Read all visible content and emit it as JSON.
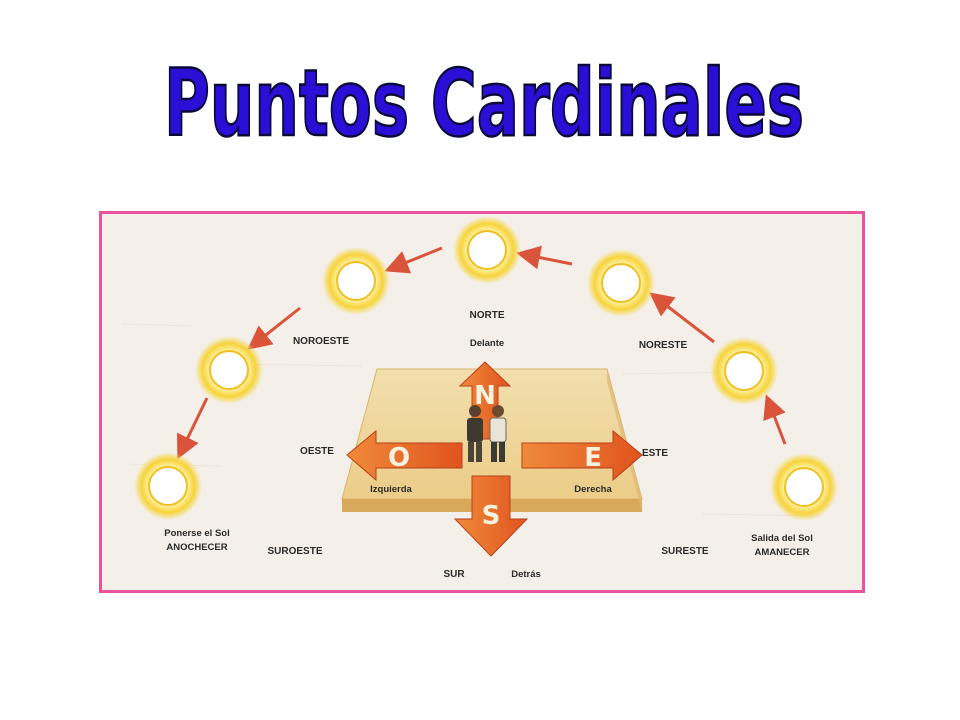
{
  "title": "Puntos Cardinales",
  "colors": {
    "title_fill": "#2b0fd6",
    "frame": "#e8539c",
    "arrow": "#e8642a",
    "sun_glow": "#f4c21b",
    "platform": "#f0d9a2"
  },
  "directions": {
    "north": "NORTE",
    "south": "SUR",
    "east": "ESTE",
    "west": "OESTE",
    "northeast": "NORESTE",
    "northwest": "NOROESTE",
    "southeast": "SURESTE",
    "southwest": "SUROESTE"
  },
  "relative": {
    "front": "Delante",
    "back": "Detrás",
    "left": "Izquierda",
    "right": "Derecha"
  },
  "arrow_letters": {
    "north": "N",
    "south": "S",
    "east": "E",
    "west": "O"
  },
  "sunset": {
    "line1": "Ponerse el Sol",
    "line2": "ANOCHECER"
  },
  "sunrise": {
    "line1": "Salida del Sol",
    "line2": "AMANECER"
  }
}
